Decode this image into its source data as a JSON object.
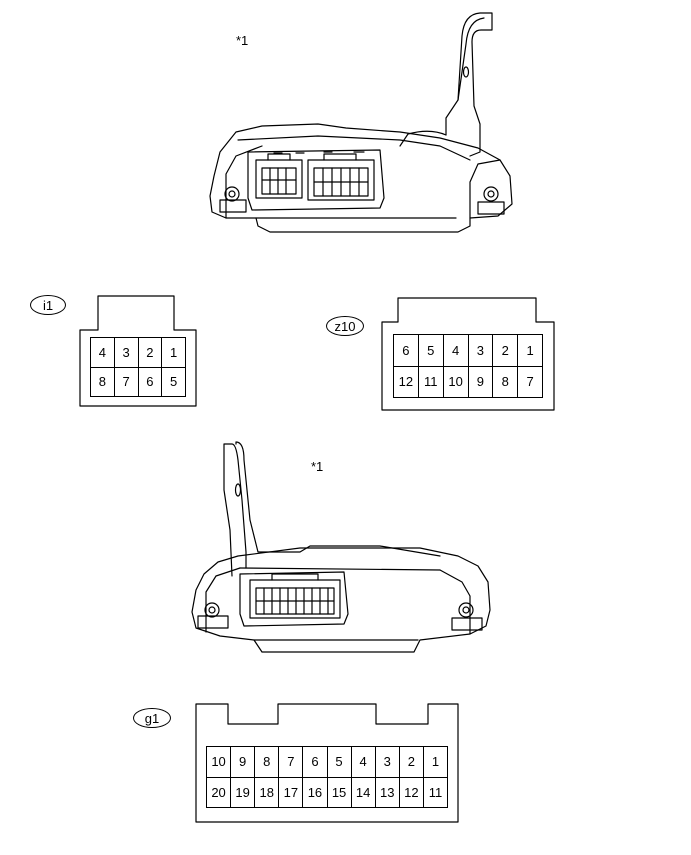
{
  "notes": {
    "top_unit": "*1",
    "bottom_unit": "*1"
  },
  "connectors": [
    {
      "id": "i1",
      "rows": [
        [
          "4",
          "3",
          "2",
          "1"
        ],
        [
          "8",
          "7",
          "6",
          "5"
        ]
      ]
    },
    {
      "id": "z10",
      "rows": [
        [
          "6",
          "5",
          "4",
          "3",
          "2",
          "1"
        ],
        [
          "12",
          "11",
          "10",
          "9",
          "8",
          "7"
        ]
      ]
    },
    {
      "id": "g1",
      "rows": [
        [
          "10",
          "9",
          "8",
          "7",
          "6",
          "5",
          "4",
          "3",
          "2",
          "1"
        ],
        [
          "20",
          "19",
          "18",
          "17",
          "16",
          "15",
          "14",
          "13",
          "12",
          "11"
        ]
      ]
    }
  ]
}
